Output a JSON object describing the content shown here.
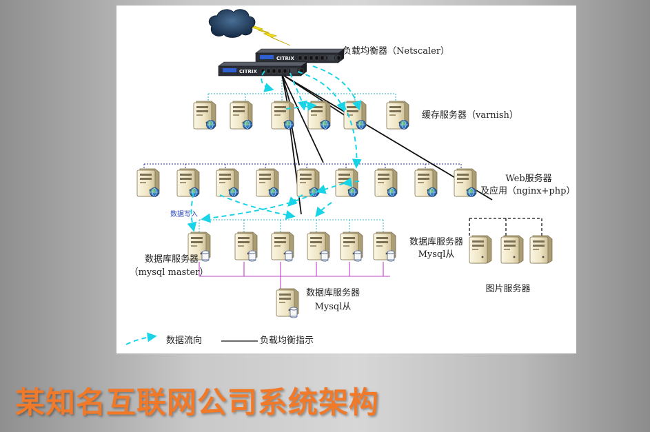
{
  "slide": {
    "title": "某知名互联网公司系统架构"
  },
  "diagram": {
    "brand": "CITRIX",
    "labels": {
      "load_balancer": "负载均衡器（Netscaler）",
      "cache_servers": "缓存服务器（varnish）",
      "web_servers_1": "Web服务器",
      "web_servers_2": "及应用（nginx+php）",
      "data_write": "数据写入",
      "db_master_1": "数据库服务器",
      "db_master_2": "（mysql master）",
      "db_slave_right_1": "数据库服务器",
      "db_slave_right_2": "Mysql从",
      "db_slave_bottom_1": "数据库服务器",
      "db_slave_bottom_2": "Mysql从",
      "image_servers": "图片服务器"
    },
    "legend": {
      "data_flow": "数据流向",
      "load_balance": "负载均衡指示"
    },
    "colors": {
      "data_flow": "#19d3e6",
      "link": "#2bb0c8",
      "web_link": "#2a2aa8",
      "db_link": "#c040c8",
      "server_body": "#efe5c4",
      "title": "#f07a2a"
    },
    "icons": {
      "cloud": "internet-cloud-icon",
      "lightning": "lightning-icon",
      "load_balancer": "rack-server-icon",
      "server": "tower-server-icon",
      "globe": "globe-badge-icon",
      "database": "database-badge-icon"
    }
  }
}
